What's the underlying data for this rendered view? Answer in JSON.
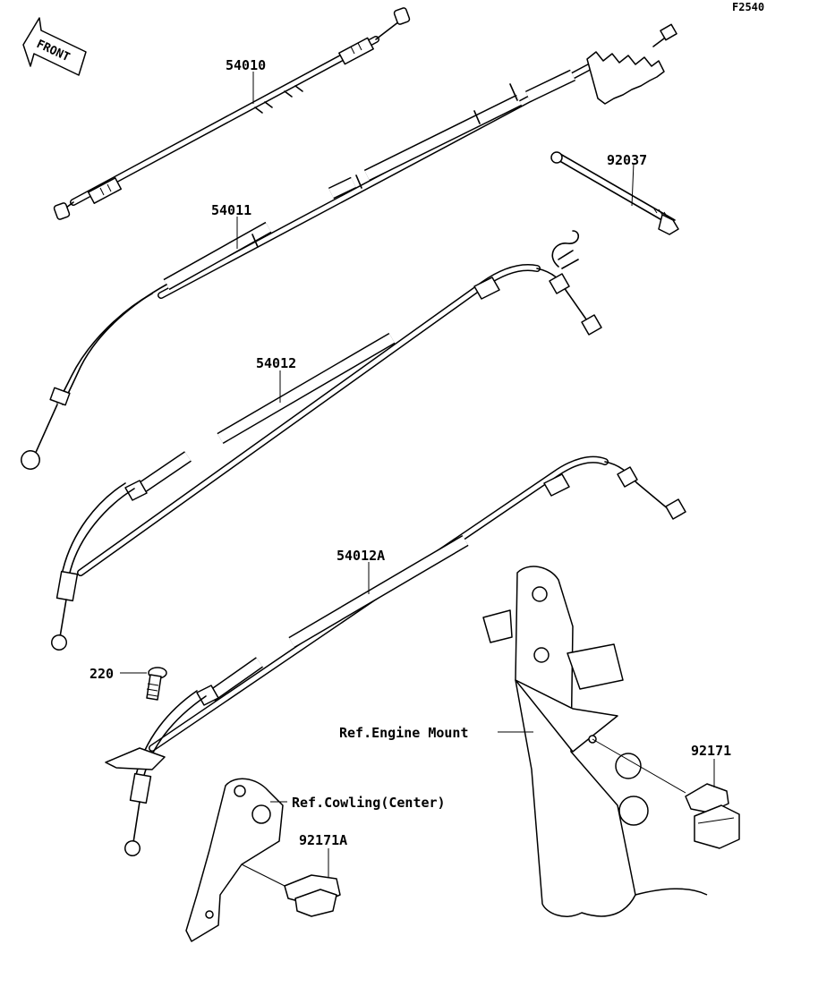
{
  "diagram": {
    "code": "F2540",
    "front_label": "FRONT",
    "labels": {
      "cable_54010": "54010",
      "cable_54011": "54011",
      "cable_54012": "54012",
      "cable_54012a": "54012A",
      "part_92037": "92037",
      "part_220": "220",
      "clamp_92171": "92171",
      "clamp_92171a": "92171A"
    },
    "references": {
      "engine_mount": "Ref.Engine Mount",
      "cowling": "Ref.Cowling(Center)"
    }
  }
}
